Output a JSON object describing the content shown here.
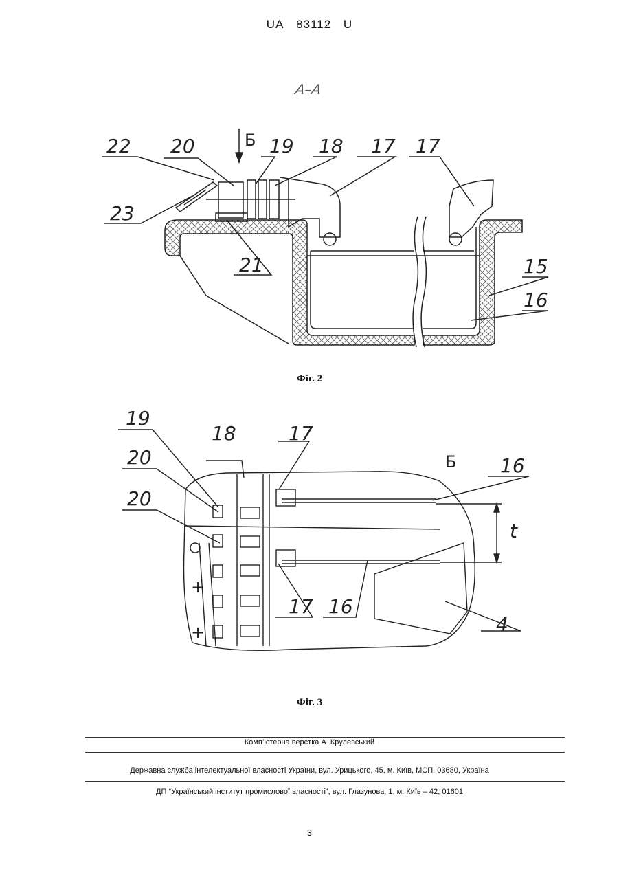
{
  "header": {
    "country": "UA",
    "number": "83112",
    "kind": "U"
  },
  "section_label": "А–А",
  "figure2": {
    "caption": "Фіг. 2",
    "view_mark": "Б",
    "callouts": [
      "22",
      "20",
      "19",
      "18",
      "17",
      "17",
      "23",
      "21",
      "15",
      "16"
    ]
  },
  "figure3": {
    "caption": "Фіг. 3",
    "view_label": "Б",
    "pitch_label": "t",
    "callouts": [
      "19",
      "18",
      "17",
      "20",
      "20",
      "16",
      "17",
      "16",
      "4"
    ]
  },
  "footer": {
    "layout": "Комп’ютерна верстка А. Крулевський",
    "service": "Державна служба інтелектуальної власності України, вул. Урицького, 45, м. Київ, МСП, 03680, Україна",
    "institute": "ДП “Український інститут промислової власності”, вул. Глазунова, 1, м. Київ – 42, 01601"
  },
  "page_number": "3"
}
